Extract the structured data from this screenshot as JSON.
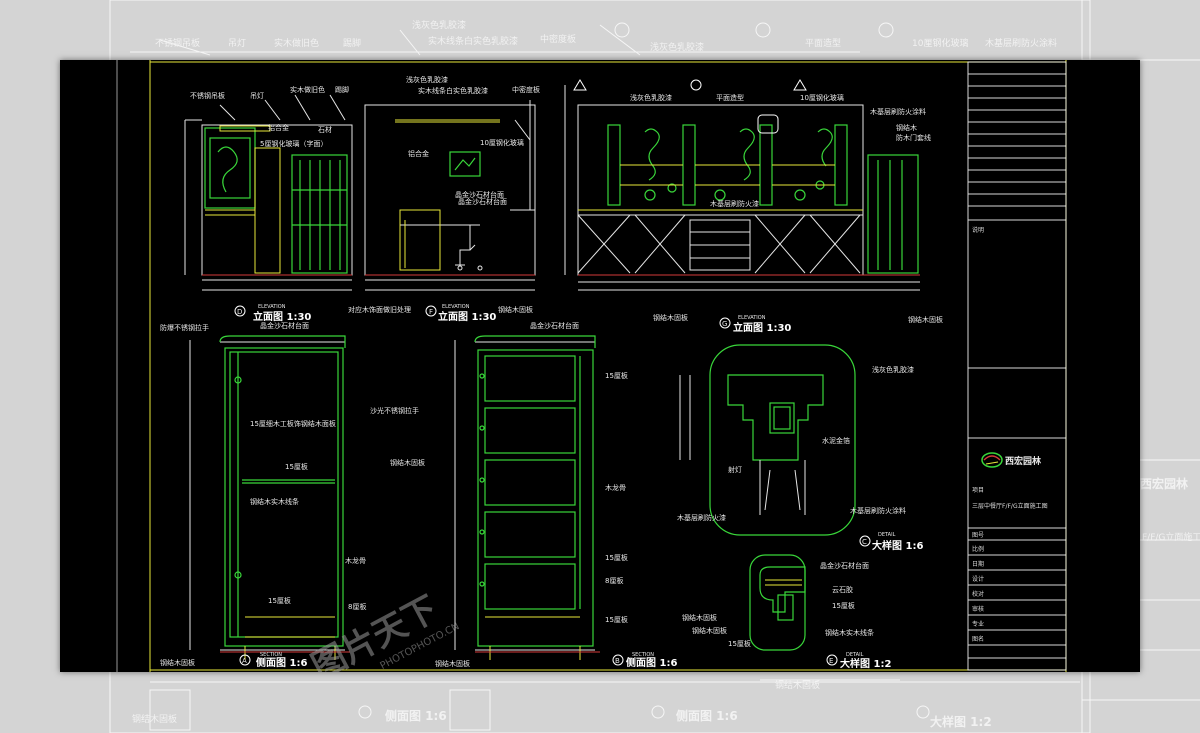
{
  "colors": {
    "sheet_background": "#000000",
    "outer_background": "#d4d4d4",
    "line_green": "#39d63a",
    "line_yellow": "#e8e83a",
    "line_white": "#e6e6e6",
    "line_red": "#d43a3a"
  },
  "background_labels": {
    "top_left_a": "不锈钢吊板",
    "top_left_b": "吊灯",
    "top_left_c": "实木做旧色",
    "top_left_d": "踢脚",
    "top_mid_a": "浅灰色乳胶漆",
    "top_mid_b": "实木线条白实色乳胶漆",
    "top_mid_c": "中密度板",
    "top_right_a": "浅灰色乳胶漆",
    "top_right_b": "平面造型",
    "top_right_c": "10厘钢化玻璃",
    "top_right_d": "木基层刷防火涂料",
    "bottom_a": "侧面图 1:6",
    "bottom_b": "侧面图 1:6",
    "bottom_c": "大样图 1:2",
    "bottom_d": "钢结木固板",
    "bottom_e": "钢结木固板",
    "right_company": "西宏园林",
    "right_title": "F/F/G立面施工图"
  },
  "elevation_1": {
    "letter": "D",
    "caption_small": "ELEVATION",
    "caption": "立面图 1:30",
    "labels": [
      "不锈钢吊板",
      "吊灯",
      "实木做旧色",
      "踢脚",
      "铝合金",
      "石材",
      "5厘钢化玻璃（字面）"
    ]
  },
  "elevation_2": {
    "letter": "F",
    "caption_small": "ELEVATION",
    "caption": "立面图 1:30",
    "labels": [
      "浅灰色乳胶漆",
      "实木线条白实色乳胶漆",
      "中密度板",
      "铝合金",
      "10厘钢化玻璃",
      "晶金沙石材台面",
      "晶金沙石材台面"
    ],
    "note_below": "对应木饰面做旧处理",
    "note_right": "钢结木固板"
  },
  "elevation_3": {
    "letter": "G",
    "caption_small": "ELEVATION",
    "caption": "立面图 1:30",
    "labels": [
      "浅灰色乳胶漆",
      "平面造型",
      "10厘钢化玻璃",
      "木基层刷防火涂料",
      "钢结木",
      "防木门套线",
      "木基层刷防火漆"
    ],
    "note_below": "钢结木固板",
    "note_right": "钢结木固板"
  },
  "section_1": {
    "letter": "A",
    "caption_small": "SECTION",
    "caption": "侧面图 1:6",
    "labels": [
      "防爆不锈钢拉手",
      "晶金沙石材台面",
      "15厘细木工板饰钢结木面板",
      "15厘板",
      "钢结木实木线条",
      "木龙骨",
      "15厘板",
      "8厘板",
      "钢结木固板"
    ]
  },
  "section_2": {
    "letter": "B",
    "caption_small": "SECTION",
    "caption": "侧面图 1:6",
    "labels": [
      "晶金沙石材台面",
      "15厘板",
      "沙光不锈钢拉手",
      "钢结木固板",
      "木龙骨",
      "15厘板",
      "8厘板",
      "15厘板",
      "钢结木固板"
    ]
  },
  "detail_1": {
    "letter": "C",
    "caption_small": "DETAIL",
    "caption": "大样图 1:6",
    "labels": [
      "浅灰色乳胶漆",
      "水泥金箔",
      "射灯",
      "木基层刷防火漆",
      "木基层刷防火涂料"
    ]
  },
  "detail_2": {
    "letter": "E",
    "caption_small": "DETAIL",
    "caption": "大样图 1:2",
    "labels": [
      "晶金沙石材台面",
      "云石胶",
      "15厘板",
      "钢结木固板",
      "钢结木固板",
      "钢结木实木线条",
      "15厘板"
    ]
  },
  "title_block": {
    "notes_label": "说明",
    "company_name": "西宏园林",
    "project_label": "项目",
    "project_name": "三层中餐厅F/F/G立面施工图",
    "rows": [
      "图号",
      "比例",
      "日期",
      "设计",
      "校对",
      "审核",
      "专业",
      "图名"
    ]
  },
  "watermark": {
    "text": "图片天下",
    "sub": "PHOTOPHOTO.CN"
  }
}
